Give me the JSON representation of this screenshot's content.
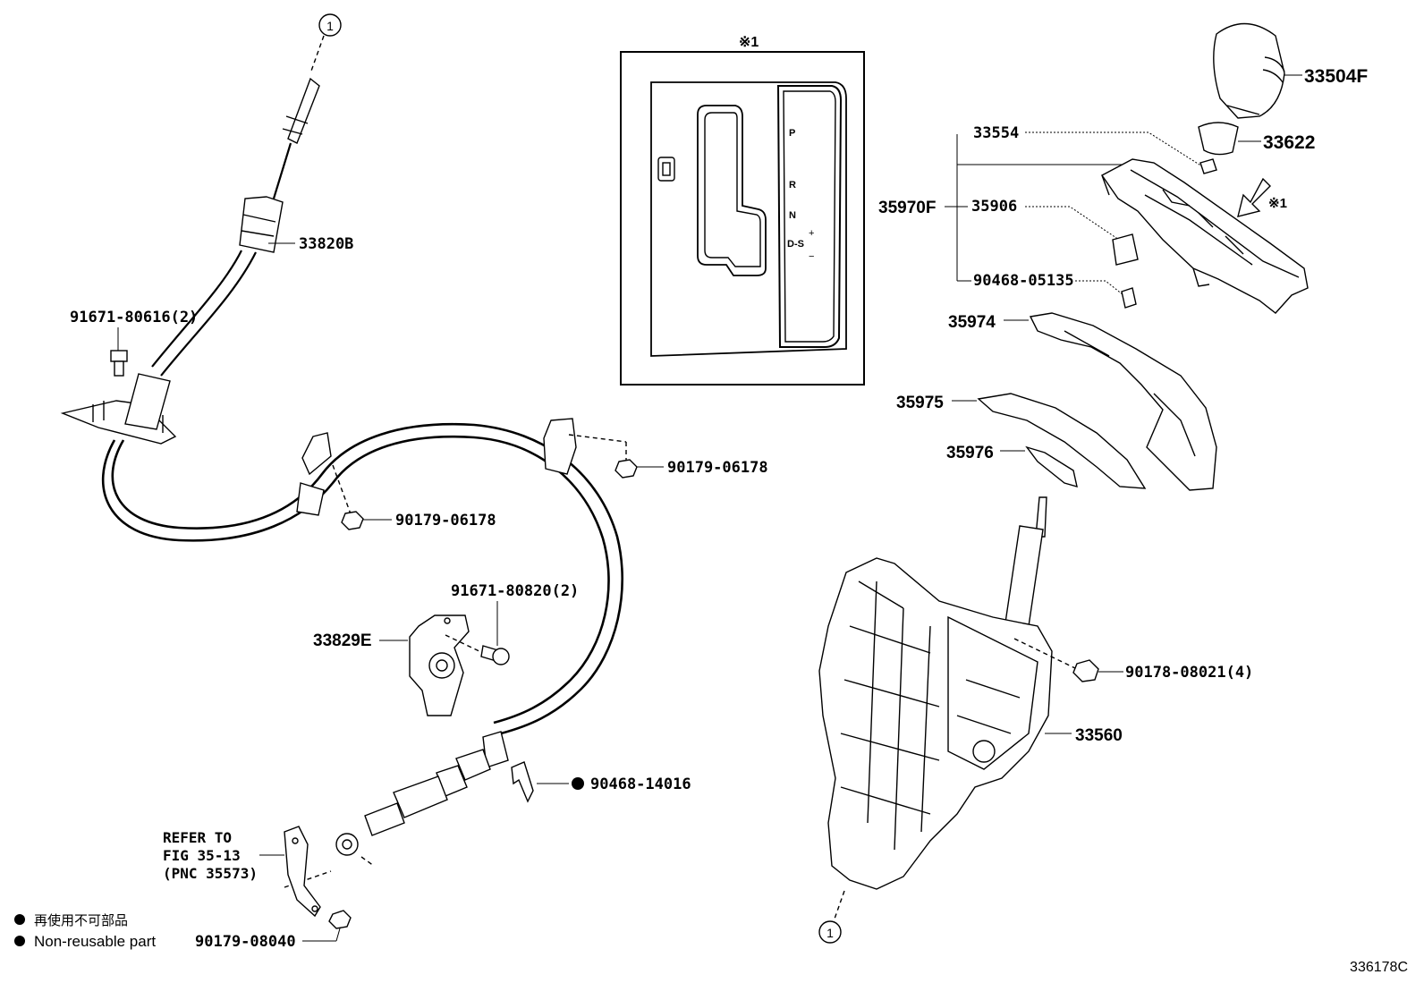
{
  "diagram": {
    "figure_id": "336178C",
    "circle_ref": "1",
    "inset_mark": "※1",
    "inset_mark_arrow": "※1",
    "shift_gate": {
      "P": "P",
      "R": "R",
      "N": "N",
      "DS": "D-S",
      "plus": "+",
      "minus": "−"
    },
    "refer_note": {
      "line1": "REFER TO",
      "line2": "FIG 35-13",
      "line3": "(PNC 35573)"
    },
    "legend": {
      "bullet": "●",
      "japanese": "再使用不可部品",
      "english": "Non-reusable part"
    },
    "labels": {
      "p33820B": "33820B",
      "p91671_80616": "91671-80616(2)",
      "p90179_06178_a": "90179-06178",
      "p90179_06178_b": "90179-06178",
      "p91671_80820": "91671-80820(2)",
      "p33829E": "33829E",
      "p90468_14016": "90468-14016",
      "p90179_08040": "90179-08040",
      "p33504F": "33504F",
      "p33554": "33554",
      "p33622": "33622",
      "p35970F": "35970F",
      "p35906": "35906",
      "p90468_05135": "90468-05135",
      "p35974": "35974",
      "p35975": "35975",
      "p35976": "35976",
      "p90178_08021": "90178-08021(4)",
      "p33560": "33560"
    },
    "icons": [
      "circle-ref-icon",
      "non-reusable-bullet-icon",
      "view-arrow-icon"
    ]
  }
}
